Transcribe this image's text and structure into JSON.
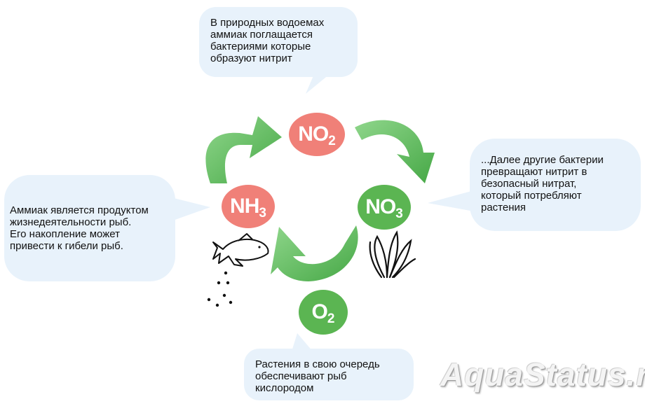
{
  "colors": {
    "bubble": "#e8f2fb",
    "arrow": "#5cb85c",
    "arrow_light": "#8dd58a",
    "node_red": "#f08078",
    "node_green": "#5bb552",
    "ink": "#111111"
  },
  "nodes": {
    "no2": {
      "main": "NO",
      "sub": "2"
    },
    "nh3": {
      "main": "NH",
      "sub": "3"
    },
    "no3": {
      "main": "NO",
      "sub": "3"
    },
    "o2": {
      "main": "O",
      "sub": "2"
    }
  },
  "bubbles": {
    "top": {
      "lines": [
        "В природных водоемах",
        "аммиак поглащается",
        "бактериями которые",
        "образуют нитрит"
      ]
    },
    "left": {
      "lines": [
        "Аммиак является продуктом",
        "жизнедеятельности рыб.",
        "Его накопление может",
        "привести к гибели рыб."
      ]
    },
    "right": {
      "lines": [
        "...Далее другие бактерии",
        "превращают нитрит в",
        "безопасный нитрат,",
        "который потребляют",
        "растения"
      ]
    },
    "bottom": {
      "lines": [
        "Растения в свою очередь",
        "обеспечивают рыб",
        "кислородом"
      ]
    }
  },
  "icons": [
    "fish-icon",
    "plant-icon",
    "pellets-icon"
  ],
  "watermark": "AquaStatus.ru"
}
